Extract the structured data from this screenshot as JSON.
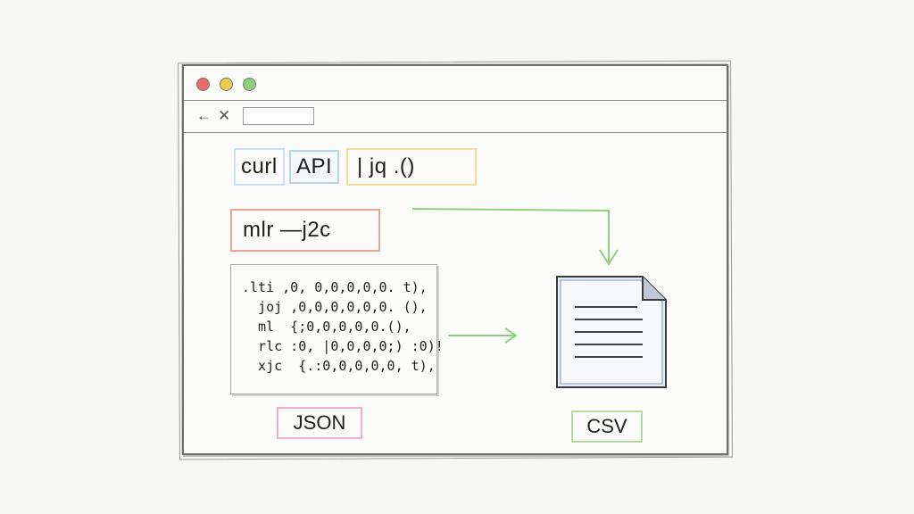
{
  "window": {
    "buttons": [
      "close",
      "minimize",
      "maximize"
    ]
  },
  "toolbar": {
    "back_icon": "←",
    "close_icon": "✕"
  },
  "commands": {
    "curl": "curl",
    "api": "API",
    "pipe_jq": "|  jq  .()",
    "mlr": "mlr  —j2c"
  },
  "json_lines": [
    ".lti ,0, 0,0,0,0,0. t),",
    "  joj ,0,0,0,0,0,0. (),",
    "  ml  {;0,0,0,0,0.(),",
    "  rlc :0, |0,0,0,0;) :0)!",
    "  xjc  {.:0,0,0,0,0, t),"
  ],
  "labels": {
    "json": "JSON",
    "csv": "CSV"
  },
  "colors": {
    "accent_blue": "#b9d4e8",
    "accent_yellow": "#f1dca0",
    "accent_red": "#e7a696",
    "accent_pink": "#eeb0cf",
    "accent_green": "#b5dca0",
    "arrow_green": "#8fd07f"
  },
  "icons": {
    "file": "csv-file-icon"
  }
}
